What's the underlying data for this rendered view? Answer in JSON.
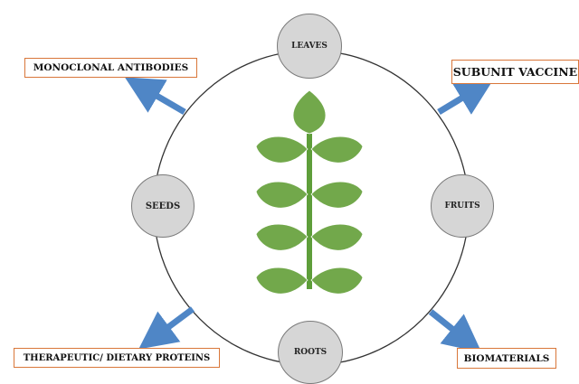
{
  "diagram": {
    "nodes": {
      "leaves": "LEAVES",
      "seeds": "SEEDS",
      "fruits": "FRUITS",
      "roots": "ROOTS"
    },
    "products": {
      "monoclonal": "MONOCLONAL ANTIBODIES",
      "subunit": "SUBUNIT VACCINE",
      "therapeutic": "THERAPEUTIC/ DIETARY PROTEINS",
      "biomaterials": "BIOMATERIALS"
    },
    "colors": {
      "node_fill": "#d6d6d6",
      "box_border": "#d9773a",
      "arrow": "#4f86c6",
      "leaf": "#72a84b",
      "stem": "#5e9e3a"
    }
  }
}
